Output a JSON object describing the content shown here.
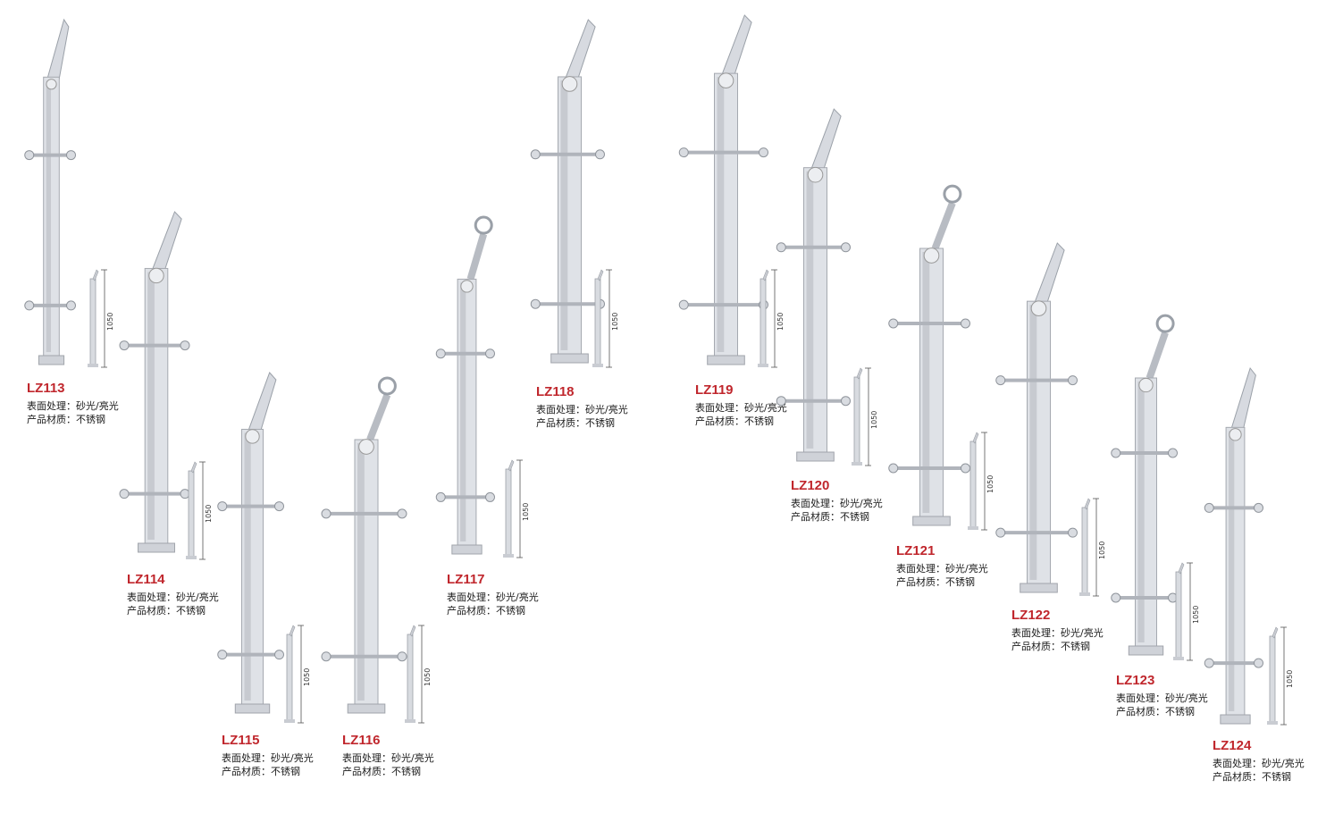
{
  "colors": {
    "code_red": "#c0272d",
    "steel_light": "#e4e6ea",
    "steel_mid": "#c9ccd2",
    "steel_dark": "#a9adb4"
  },
  "labels": {
    "surface_prefix": "表面处理：",
    "material_prefix": "产品材质："
  },
  "products": [
    {
      "code": "LZ113",
      "surface": "砂光/亮光",
      "material": "不锈钢",
      "height": "1050",
      "top": "blade"
    },
    {
      "code": "LZ114",
      "surface": "砂光/亮光",
      "material": "不锈钢",
      "height": "1050",
      "top": "blade"
    },
    {
      "code": "LZ115",
      "surface": "砂光/亮光",
      "material": "不锈钢",
      "height": "1050",
      "top": "blade"
    },
    {
      "code": "LZ116",
      "surface": "砂光/亮光",
      "material": "不锈钢",
      "height": "1050",
      "top": "ring"
    },
    {
      "code": "LZ117",
      "surface": "砂光/亮光",
      "material": "不锈钢",
      "height": "1050",
      "top": "ring"
    },
    {
      "code": "LZ118",
      "surface": "砂光/亮光",
      "material": "不锈钢",
      "height": "1050",
      "top": "blade"
    },
    {
      "code": "LZ119",
      "surface": "砂光/亮光",
      "material": "不锈钢",
      "height": "1050",
      "top": "blade"
    },
    {
      "code": "LZ120",
      "surface": "砂光/亮光",
      "material": "不锈钢",
      "height": "1050",
      "top": "blade"
    },
    {
      "code": "LZ121",
      "surface": "砂光/亮光",
      "material": "不锈钢",
      "height": "1050",
      "top": "ring"
    },
    {
      "code": "LZ122",
      "surface": "砂光/亮光",
      "material": "不锈钢",
      "height": "1050",
      "top": "blade"
    },
    {
      "code": "LZ123",
      "surface": "砂光/亮光",
      "material": "不锈钢",
      "height": "1050",
      "top": "ring"
    },
    {
      "code": "LZ124",
      "surface": "砂光/亮光",
      "material": "不锈钢",
      "height": "1050",
      "top": "blade"
    }
  ]
}
